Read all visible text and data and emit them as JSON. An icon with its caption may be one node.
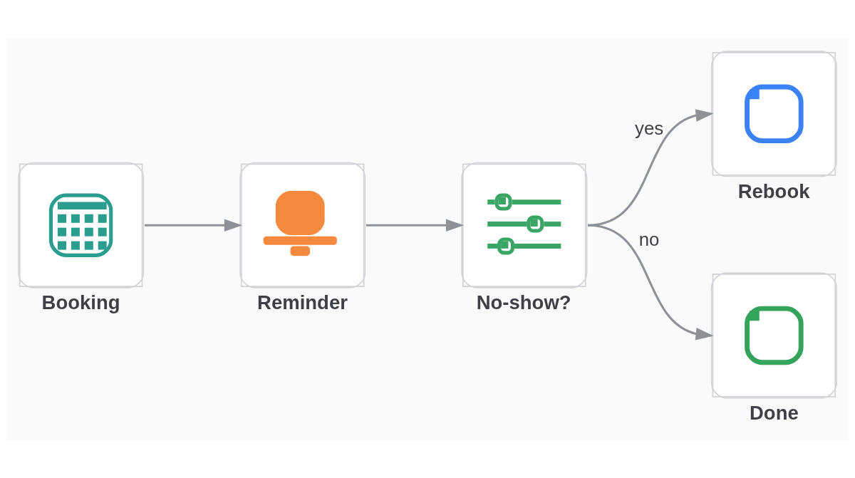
{
  "diagram": {
    "nodes": [
      {
        "text": [
          "Booking"
        ]
      },
      {
        "text": [
          "Reminder"
        ]
      },
      {
        "text": [
          "No-show?"
        ]
      },
      {
        "text": [
          "Rebook"
        ]
      },
      {
        "text": [
          "Done"
        ]
      }
    ],
    "edges": [
      {
        "from": 0,
        "to": 1,
        "arrow": "to"
      },
      {
        "from": 1,
        "to": 2,
        "arrow": "to"
      },
      {
        "from": 2,
        "to": 3,
        "arrow": "to",
        "label": "yes"
      },
      {
        "from": 2,
        "to": 4,
        "arrow": "to",
        "label": "no"
      }
    ]
  }
}
